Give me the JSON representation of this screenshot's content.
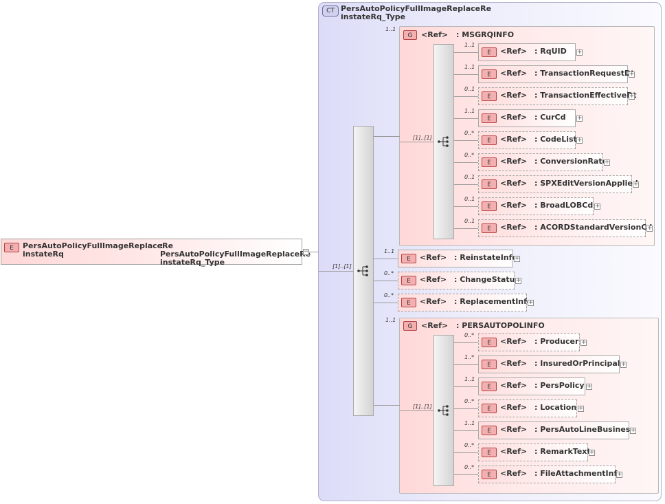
{
  "root": {
    "badge": "E",
    "name": "PersAutoPolicyFullImageReplaceRe instateRq",
    "type": ": PersAutoPolicyFullImageReplaceRe instateRq_Type"
  },
  "complex_type": {
    "badge": "CT",
    "name": "PersAutoPolicyFullImageReplaceRe instateRq_Type"
  },
  "main_sequence": {
    "cardinality": "[1]..[1]"
  },
  "msgrq_group": {
    "badge": "G",
    "ref": "<Ref>",
    "name": ": MSGRQINFO",
    "cardinality": "1..1",
    "sequence_cardinality": "[1]..[1]",
    "elements": [
      {
        "card": "1..1",
        "name": ": RqUID",
        "optional": false
      },
      {
        "card": "1..1",
        "name": ": TransactionRequestDt",
        "optional": false
      },
      {
        "card": "0..1",
        "name": ": TransactionEffectiveDt",
        "optional": true
      },
      {
        "card": "1..1",
        "name": ": CurCd",
        "optional": false
      },
      {
        "card": "0..*",
        "name": ": CodeList",
        "optional": true
      },
      {
        "card": "0..*",
        "name": ": ConversionRate",
        "optional": true
      },
      {
        "card": "0..1",
        "name": ": SPXEditVersionApplied",
        "optional": true
      },
      {
        "card": "0..1",
        "name": ": BroadLOBCd",
        "optional": true
      },
      {
        "card": "0..1",
        "name": ": ACORDStandardVersionCd",
        "optional": true
      }
    ]
  },
  "direct_elements": [
    {
      "card": "1..1",
      "name": ": ReinstateInfo",
      "optional": false
    },
    {
      "card": "0..*",
      "name": ": ChangeStatus",
      "optional": true
    },
    {
      "card": "0..*",
      "name": ": ReplacementInfo",
      "optional": true
    }
  ],
  "persauto_group": {
    "badge": "G",
    "ref": "<Ref>",
    "name": ": PERSAUTOPOLINFO",
    "cardinality": "1..1",
    "sequence_cardinality": "[1]..[1]",
    "elements": [
      {
        "card": "0..*",
        "name": ": Producer",
        "optional": true
      },
      {
        "card": "1..*",
        "name": ": InsuredOrPrincipal",
        "optional": false
      },
      {
        "card": "1..1",
        "name": ": PersPolicy",
        "optional": false
      },
      {
        "card": "0..*",
        "name": ": Location",
        "optional": true
      },
      {
        "card": "1..1",
        "name": ": PersAutoLineBusiness",
        "optional": false
      },
      {
        "card": "0..*",
        "name": ": RemarkText",
        "optional": true
      },
      {
        "card": "0..*",
        "name": ": FileAttachmentInfo",
        "optional": true
      }
    ]
  },
  "labels": {
    "element_badge": "E",
    "ref": "<Ref>",
    "plus": "+",
    "minus": "−"
  }
}
